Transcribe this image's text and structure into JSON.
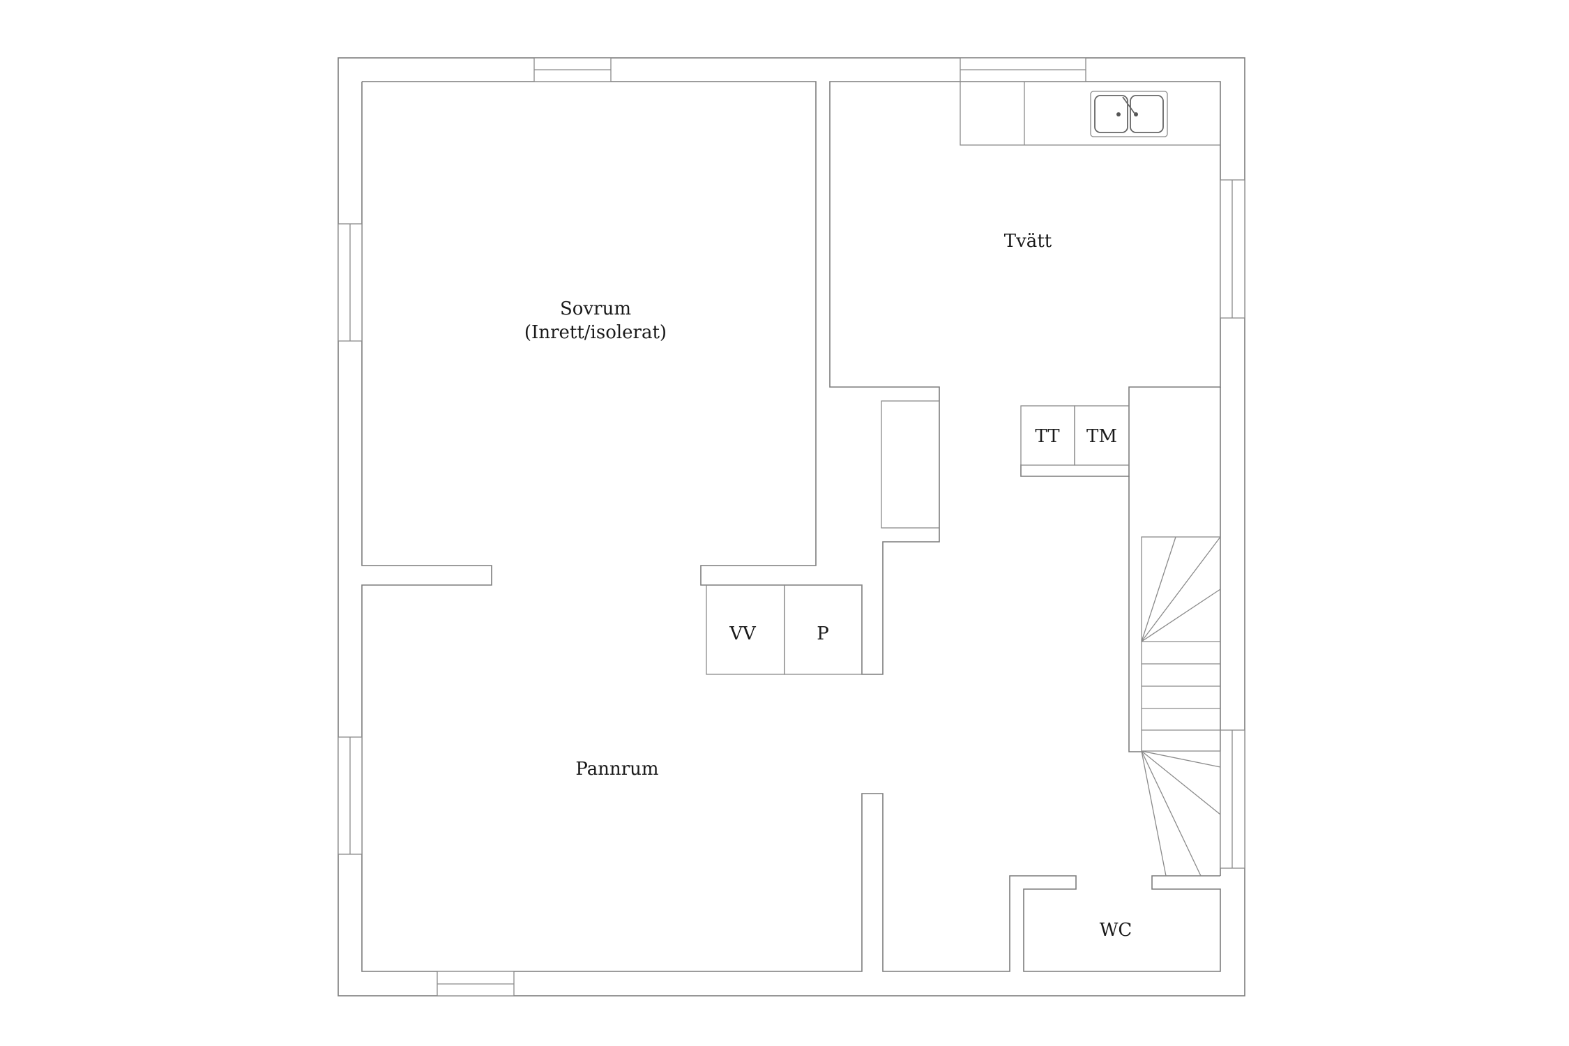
{
  "rooms": {
    "sovrum": {
      "name": "Sovrum",
      "note": "(Inrett/isolerat)"
    },
    "tvatt": {
      "name": "Tvätt"
    },
    "pannrum": {
      "name": "Pannrum"
    },
    "wc": {
      "name": "WC"
    }
  },
  "fixtures": {
    "tt": "TT",
    "tm": "TM",
    "vv": "VV",
    "p": "P"
  },
  "colors": {
    "wall": "#7c7c7c",
    "background": "#ffffff",
    "text": "#1a1a1a"
  },
  "icons": [
    "double-sink-icon",
    "staircase-icon"
  ]
}
